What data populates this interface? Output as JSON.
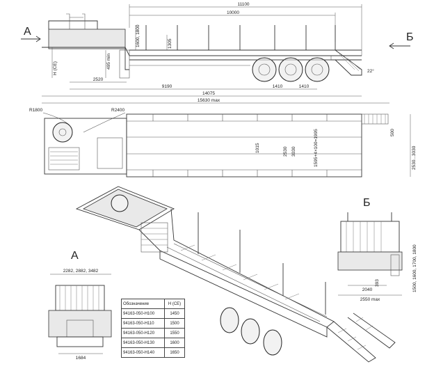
{
  "views": {
    "label_a_side": "А",
    "label_b_side": "Б",
    "label_a_bottom": "А",
    "label_b_right": "Б"
  },
  "side_dims": {
    "d11100": "11100",
    "d10000": "10000",
    "d1600": "1600, 1800",
    "d1305": "1305",
    "d495": "495 min",
    "dh": "H (СЕ)",
    "d2520": "2520",
    "d9190": "9190",
    "d14075": "14075",
    "d15630": "15630 max",
    "d1410a": "1410",
    "d1410b": "1410",
    "d22": "22°"
  },
  "top_dims": {
    "r1800": "R1800",
    "r2400": "R2400",
    "d500": "500",
    "d1015": "1015",
    "d2530a": "2530",
    "d3030": "3030",
    "d1595": "1595+4×100=1995",
    "d2530b": "2530...3030"
  },
  "rear_dims": {
    "d2040": "2040",
    "d2550": "2550 max",
    "d393": "393",
    "d1500": "1500, 1600, 1700, 1800"
  },
  "front_dims": {
    "d2282": "2282, 2882, 3482",
    "d1684": "1684"
  },
  "spec_table": {
    "head": [
      "Обозначение",
      "H (СЕ)"
    ],
    "rows": [
      [
        "94163-050-Н100",
        "1450"
      ],
      [
        "94163-050-Н110",
        "1500"
      ],
      [
        "94163-050-Н120",
        "1550"
      ],
      [
        "94163-050-Н130",
        "1600"
      ],
      [
        "94163-050-Н140",
        "1650"
      ]
    ]
  }
}
